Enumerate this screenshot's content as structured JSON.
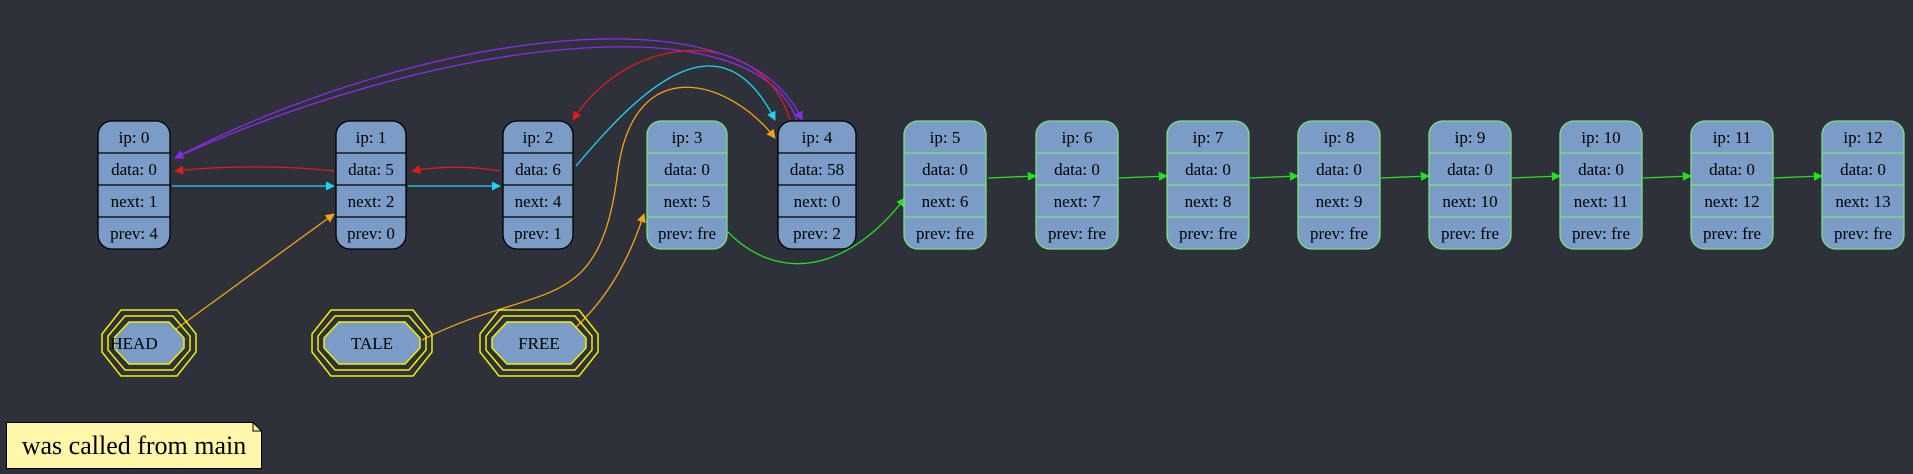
{
  "nodes": [
    {
      "ip": "ip: 0",
      "data": "data: 0",
      "next": "next: 1",
      "prev": "prev: 4"
    },
    {
      "ip": "ip: 1",
      "data": "data: 5",
      "next": "next: 2",
      "prev": "prev: 0"
    },
    {
      "ip": "ip: 2",
      "data": "data: 6",
      "next": "next: 4",
      "prev": "prev: 1"
    },
    {
      "ip": "ip: 3",
      "data": "data: 0",
      "next": "next: 5",
      "prev": "prev: fre"
    },
    {
      "ip": "ip: 4",
      "data": "data: 58",
      "next": "next: 0",
      "prev": "prev: 2"
    },
    {
      "ip": "ip: 5",
      "data": "data: 0",
      "next": "next: 6",
      "prev": "prev: fre"
    },
    {
      "ip": "ip: 6",
      "data": "data: 0",
      "next": "next: 7",
      "prev": "prev: fre"
    },
    {
      "ip": "ip: 7",
      "data": "data: 0",
      "next": "next: 8",
      "prev": "prev: fre"
    },
    {
      "ip": "ip: 8",
      "data": "data: 0",
      "next": "next: 9",
      "prev": "prev: fre"
    },
    {
      "ip": "ip: 9",
      "data": "data: 0",
      "next": "next: 10",
      "prev": "prev: fre"
    },
    {
      "ip": "ip: 10",
      "data": "data: 0",
      "next": "next: 11",
      "prev": "prev: fre"
    },
    {
      "ip": "ip: 11",
      "data": "data: 0",
      "next": "next: 12",
      "prev": "prev: fre"
    },
    {
      "ip": "ip: 12",
      "data": "data: 0",
      "next": "next: 13",
      "prev": "prev: fre"
    }
  ],
  "pointers": {
    "head": "HEAD",
    "tale": "TALE",
    "free": "FREE"
  },
  "note": "was called from main",
  "colors": {
    "background": "#2e313a",
    "node_fill": "#7a9cc6",
    "used_border": "#000000",
    "free_border": "#7fe07f",
    "next_edge": "#22d3ee",
    "prev_edge": "#e01b1b",
    "head_tail_prev_edge": "#8a2be2",
    "pointer_edge": "#f5a316",
    "free_list_edge": "#22e022",
    "pointer_border": "#f0f000",
    "note_fill": "#fff6a8"
  }
}
